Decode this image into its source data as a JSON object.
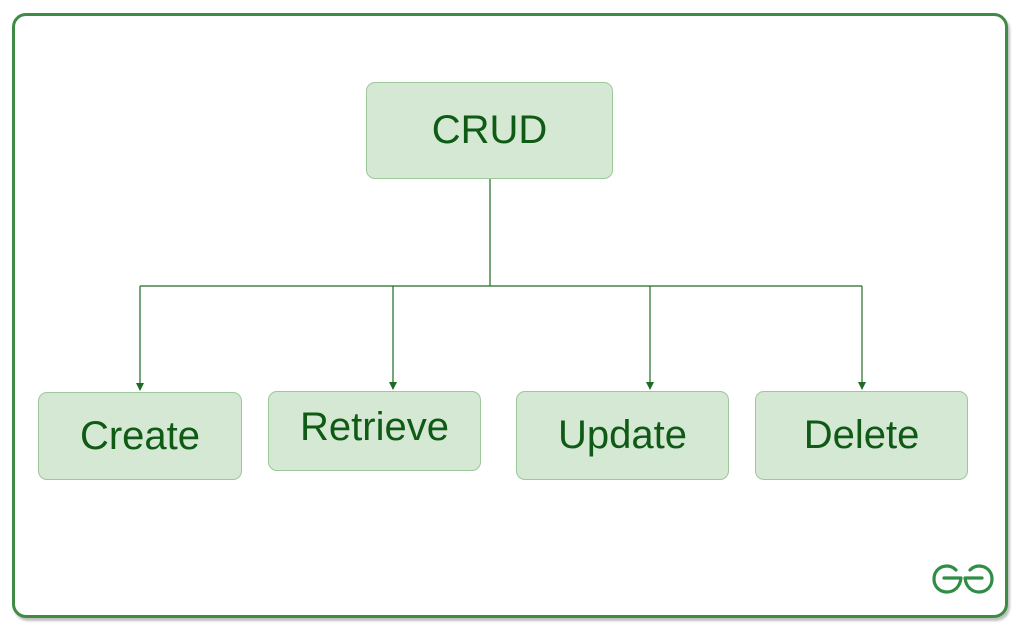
{
  "diagram": {
    "root": {
      "label": "CRUD"
    },
    "children": [
      {
        "id": "create",
        "label": "Create"
      },
      {
        "id": "retrieve",
        "label": "Retrieve"
      },
      {
        "id": "update",
        "label": "Update"
      },
      {
        "id": "delete",
        "label": "Delete"
      }
    ],
    "edges": [
      {
        "from": "CRUD",
        "to": "Create"
      },
      {
        "from": "CRUD",
        "to": "Retrieve"
      },
      {
        "from": "CRUD",
        "to": "Update"
      },
      {
        "from": "CRUD",
        "to": "Delete"
      }
    ],
    "colors": {
      "frame": "#3f8a45",
      "node_fill": "#d5e8d4",
      "node_border": "#9cc89a",
      "text": "#0f5a14",
      "connector": "#1f6b25"
    },
    "logo": {
      "icon": "gfg-logo-icon",
      "text": "GfG"
    }
  }
}
